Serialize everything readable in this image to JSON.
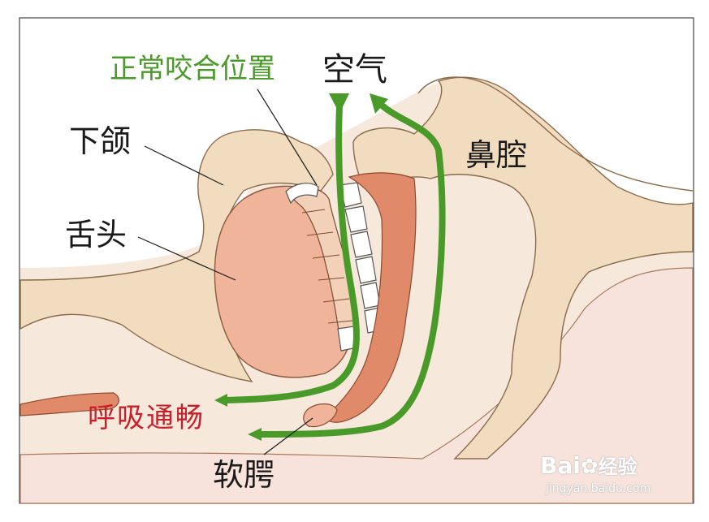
{
  "labels": {
    "normal_bite_position": "正常咬合位置",
    "air": "空气",
    "mandible": "下颌",
    "nasal_cavity": "鼻腔",
    "tongue": "舌头",
    "smooth_breathing": "呼吸通畅",
    "soft_palate": "软腭"
  },
  "watermark": {
    "brand": "Bai",
    "brand_suffix": "经验",
    "url": "jingyan.baidu.com"
  },
  "colors": {
    "skin": "#f6e9dc",
    "bone": "#f2dcbf",
    "tongue": "#efb49a",
    "soft_tissue": "#e08a6a",
    "airway_arrow": "#4a9a2a",
    "label_green": "#4a9a2a",
    "label_red": "#c8202a",
    "label_black": "#1a1a1a"
  }
}
